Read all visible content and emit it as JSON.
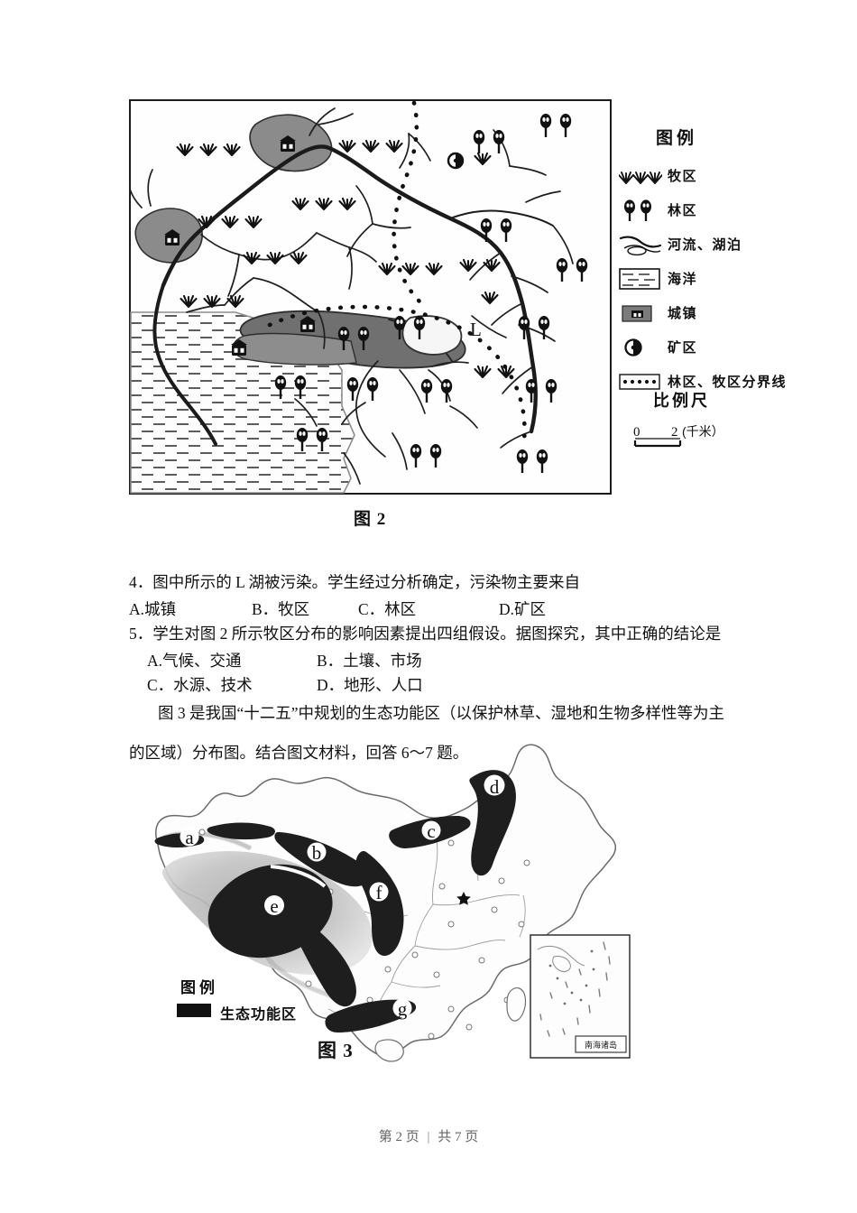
{
  "document": {
    "page_footer": {
      "current": "第 2 页",
      "separator": "|",
      "total": "共 7 页"
    }
  },
  "figure2": {
    "caption": "图 2",
    "map_label_lake": "L",
    "legend": {
      "title": "图例",
      "items": [
        {
          "symbol": "grass-tuft-icon",
          "label": "牧区"
        },
        {
          "symbol": "tree-icon",
          "label": "林区"
        },
        {
          "symbol": "river-lake-icon",
          "label": "河流、湖泊"
        },
        {
          "symbol": "ocean-hatch-icon",
          "label": "海洋"
        },
        {
          "symbol": "town-patch-icon",
          "label": "城镇"
        },
        {
          "symbol": "mine-circle-icon",
          "label": "矿区"
        },
        {
          "symbol": "dotted-boundary-icon",
          "label": "林区、牧区分界线"
        }
      ],
      "scale_title": "比例尺",
      "scale_min": "0",
      "scale_max": "2",
      "scale_unit": "(千米）"
    }
  },
  "questions": [
    {
      "number": "4",
      "stem": "4．图中所示的 L 湖被污染。学生经过分析确定，污染物主要来自",
      "options": [
        {
          "key": "A",
          "text": "A.城镇"
        },
        {
          "key": "B",
          "text": "B．牧区"
        },
        {
          "key": "C",
          "text": "C．林区"
        },
        {
          "key": "D",
          "text": "D.矿区"
        }
      ]
    },
    {
      "number": "5",
      "stem": "5．学生对图 2 所示牧区分布的影响因素提出四组假设。据图探究，其中正确的结论是",
      "options": [
        {
          "key": "A",
          "text": "A.气候、交通"
        },
        {
          "key": "B",
          "text": "B．土壤、市场"
        },
        {
          "key": "C",
          "text": "C．水源、技术"
        },
        {
          "key": "D",
          "text": "D．地形、人口"
        }
      ]
    }
  ],
  "passage": {
    "line1": "图 3 是我国“十二五”中规划的生态功能区（以保护林草、湿地和生物多样性等为主",
    "line2": "的区域）分布图。结合图文材料，回答 6～7 题。"
  },
  "figure3": {
    "caption": "图 3",
    "zone_labels": [
      "a",
      "b",
      "c",
      "d",
      "e",
      "f",
      "g"
    ],
    "inset_label": "南海诸岛",
    "legend": {
      "title": "图例",
      "item_label": "生态功能区"
    }
  },
  "colors": {
    "ink": "#1a1a1a",
    "map_line": "#2a2a2a",
    "fill_dark": "#2b2b2b",
    "fill_gray": "#7d7d7d",
    "paper": "#ffffff"
  }
}
